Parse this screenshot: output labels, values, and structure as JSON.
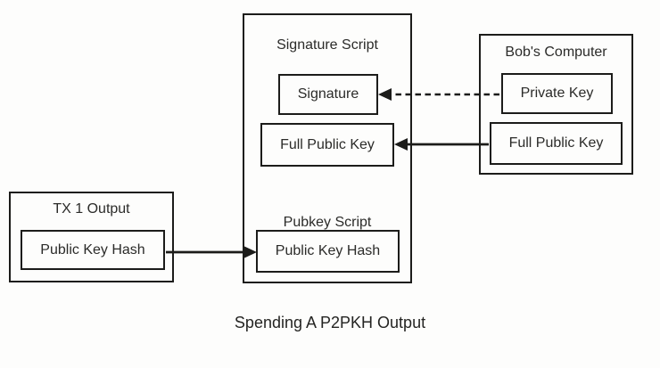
{
  "diagram": {
    "caption": "Spending A P2PKH Output",
    "signature_script": {
      "title": "Signature Script",
      "signature_label": "Signature",
      "full_public_key_label": "Full Public Key",
      "pubkey_script_title": "Pubkey Script",
      "public_key_hash_label": "Public Key Hash"
    },
    "bobs_computer": {
      "title": "Bob's Computer",
      "private_key_label": "Private Key",
      "full_public_key_label": "Full Public Key"
    },
    "tx1_output": {
      "title": "TX 1 Output",
      "public_key_hash_label": "Public Key Hash"
    },
    "colors": {
      "line": "#1c1c1a",
      "text": "#2b2b29",
      "background": "#fdfdfc"
    }
  }
}
